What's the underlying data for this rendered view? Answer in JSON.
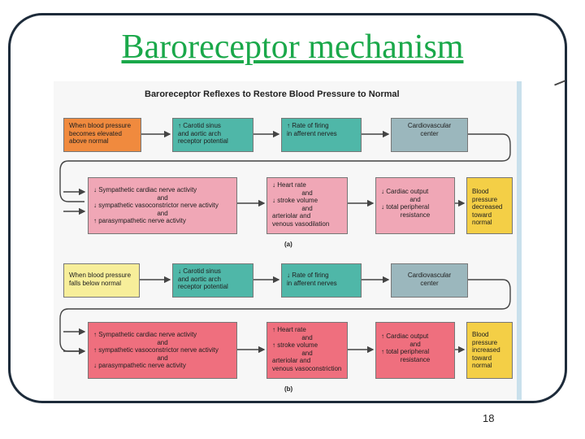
{
  "slide": {
    "title": "Baroreceptor mechanism",
    "page_number": "18"
  },
  "figure": {
    "title": "Baroreceptor Reflexes to Restore Blood Pressure to Normal",
    "panel_a": {
      "label": "(a)",
      "row1": {
        "stimulus": [
          "When blood pressure",
          "becomes elevated",
          "above normal"
        ],
        "receptor": [
          "↑ Carotid sinus",
          "and aortic arch",
          "receptor potential"
        ],
        "afferent": [
          "↑ Rate of firing",
          "in afferent nerves"
        ],
        "center": [
          "Cardiovascular",
          "center"
        ]
      },
      "row2": {
        "nerves": [
          "↓ Sympathetic cardiac nerve activity",
          "and",
          "↓ sympathetic vasoconstrictor nerve activity",
          "and",
          "↑ parasympathetic nerve activity"
        ],
        "heart": [
          "↓ Heart rate",
          "and",
          "↓ stroke volume",
          "and",
          "arteriolar and",
          "venous vasodilation"
        ],
        "output": [
          "↓ Cardiac output",
          "and",
          "↓ total peripheral",
          "resistance"
        ],
        "result": [
          "Blood",
          "pressure",
          "decreased",
          "toward",
          "normal"
        ]
      }
    },
    "panel_b": {
      "label": "(b)",
      "row1": {
        "stimulus": [
          "When blood pressure",
          "falls below normal"
        ],
        "receptor": [
          "↓ Carotid sinus",
          "and aortic arch",
          "receptor potential"
        ],
        "afferent": [
          "↓ Rate of firing",
          "in afferent nerves"
        ],
        "center": [
          "Cardiovascular",
          "center"
        ]
      },
      "row2": {
        "nerves": [
          "↑ Sympathetic cardiac nerve activity",
          "and",
          "↑ sympathetic vasoconstrictor nerve activity",
          "and",
          "↓ parasympathetic nerve activity"
        ],
        "heart": [
          "↑ Heart rate",
          "and",
          "↑ stroke volume",
          "and",
          "arteriolar and",
          "venous vasoconstriction"
        ],
        "output": [
          "↑ Cardiac output",
          "and",
          "↑ total peripheral",
          "resistance"
        ],
        "result": [
          "Blood",
          "pressure",
          "increased",
          "toward",
          "normal"
        ]
      }
    }
  },
  "colors": {
    "title": "#1aa84a",
    "frame": "#1d2b3a",
    "stimulus_a": "#f08a3e",
    "stimulus_b": "#f7ee9a",
    "receptor": "#4fb7a8",
    "center": "#9bb7bd",
    "nerves_a": "#f0a7b6",
    "effectors_b": "#ef6f7e",
    "result": "#f4cf46"
  }
}
